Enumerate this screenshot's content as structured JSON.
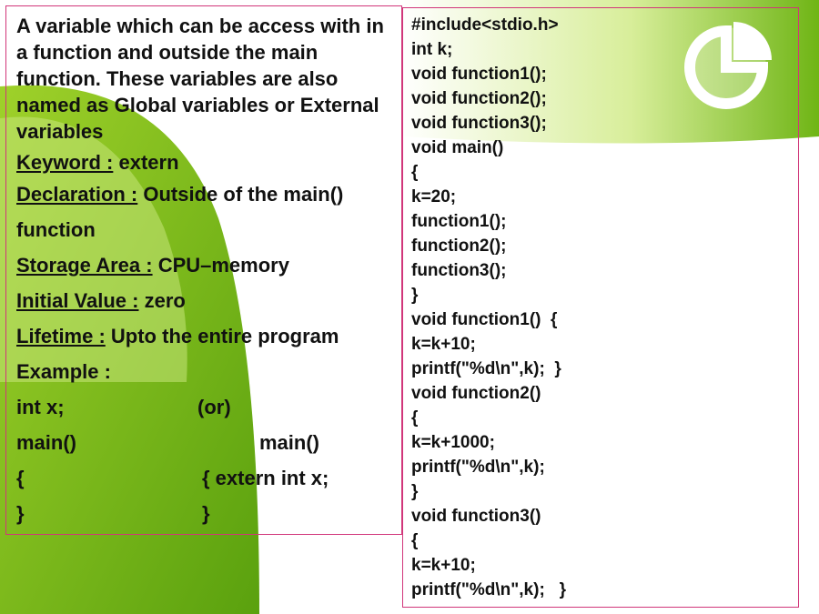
{
  "theme": {
    "accent_green": "#79be1a",
    "light_green": "#bfe06a",
    "border_pink": "#d1367a"
  },
  "logo": {
    "icon": "pie-chart-icon"
  },
  "left": {
    "intro": "A variable which can be access with in a function and outside the main function. These variables are also named as Global variables or External variables",
    "keyword_label": "Keyword :",
    "keyword_value": " extern",
    "declaration_label": "Declaration :",
    "declaration_value": " Outside of the  main()",
    "declaration_cont": "function",
    "storage_label": "Storage Area :",
    "storage_value": " CPU–memory",
    "initial_label": "Initial Value :",
    "initial_value": " zero",
    "lifetime_label": "Lifetime :",
    "lifetime_value": " Upto the entire program",
    "example_label": "Example :",
    "ex1_left": "int x;",
    "ex1_right": "(or)",
    "ex2_left": "main()",
    "ex2_right": "main()",
    "ex3_left": "{",
    "ex3_right": "{  extern int x;",
    "ex4_left": "}",
    "ex4_right": "}"
  },
  "code_lines": [
    "#include<stdio.h>",
    "int k;",
    "void function1();",
    "void function2();",
    "void function3();",
    "void main()",
    "{",
    "k=20;",
    "function1();",
    "function2();",
    "function3();",
    "}",
    "void function1()  {",
    "k=k+10;",
    "printf(\"%d\\n\",k);  }",
    "void function2()",
    "{",
    "k=k+1000;",
    "printf(\"%d\\n\",k);",
    "}",
    "void function3()",
    "{",
    "k=k+10;",
    "printf(\"%d\\n\",k);   }"
  ]
}
